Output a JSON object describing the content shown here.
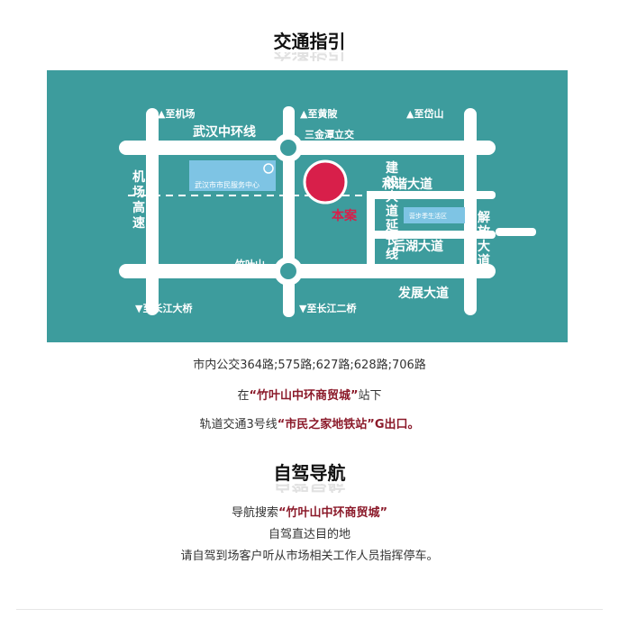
{
  "traffic": {
    "title": "交通指引",
    "bus_line": "市内公交364路;575路;627路;628路;706路",
    "stop_prefix": "在",
    "stop_name": "“竹叶山中环商贸城”",
    "stop_suffix": "站下",
    "metro_prefix": "轨道交通3号线",
    "metro_station": "“市民之家地铁站”",
    "metro_exit": "G出口。"
  },
  "map": {
    "colors": {
      "background": "#3d9c9d",
      "road": "#ffffff",
      "text": "#ffffff",
      "marker": "#d81f4a",
      "marker_label": "#d81f4a",
      "building": "#7ec4e4"
    },
    "labels": {
      "to_airport": "▲至机场",
      "to_huangpi": "▲至黄陂",
      "to_daishan": "▲至岱山",
      "wuhan_ring_road": "武汉中环线",
      "sanjintan_interchange": "三金潭立交",
      "airport_expressway": "机场高速",
      "civic_center": "武汉市市民服务中心",
      "venue": "本案",
      "jianshe_avenue_ext": "建设大道延长线",
      "hexie_avenue": "和谐大道",
      "houhu_avenue": "后湖大道",
      "jiefang_avenue": "解放大道",
      "small_building": "营步季生活区",
      "zhuyeshan": "竹叶山",
      "fazhan_avenue": "发展大道",
      "to_changjiang_bridge": "▼至长江大桥",
      "to_changjiang_second_bridge": "▼至长江二桥"
    }
  },
  "driving": {
    "title": "自驾导航",
    "nav_prefix": "导航搜索",
    "nav_target": "“竹叶山中环商贸城”",
    "line2": "自驾直达目的地",
    "line3": "请自驾到场客户听从市场相关工作人员指挥停车。"
  }
}
